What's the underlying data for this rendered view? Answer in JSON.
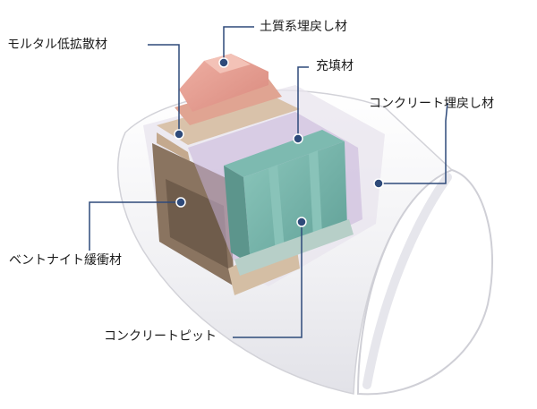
{
  "labels": {
    "soil_backfill": "土質系埋戻し材",
    "mortar": "モルタル低拡散材",
    "filling": "充填材",
    "concrete_backfill": "コンクリート埋戻し材",
    "bentonite": "ベントナイト緩衝材",
    "concrete_pit": "コンクリートピット"
  },
  "colors": {
    "leader_line": "#2e4a7a",
    "marker_dot": "#2e4a7a",
    "tunnel": "#f2f2f4",
    "soil_cap": "#e59a8e",
    "mortar_layer": "#d9c0a8",
    "bentonite": "#8a7460",
    "pit": "#6fb0a6"
  }
}
